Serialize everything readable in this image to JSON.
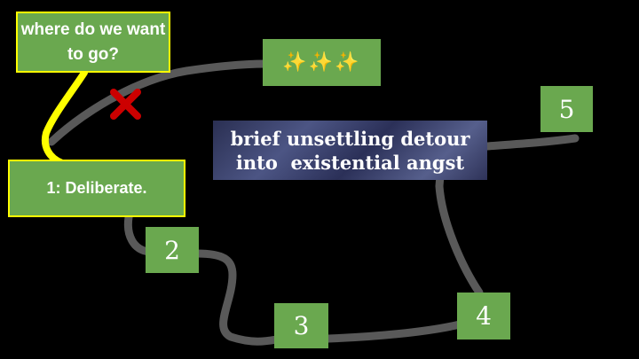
{
  "nodes": {
    "question": "where do we want to go?",
    "step1": "1: Deliberate.",
    "sparkles": "✨✨✨",
    "step2": "2",
    "step3": "3",
    "step4": "4",
    "step5": "5"
  },
  "detour": {
    "line1": "brief unsettling detour",
    "line2": "into  existential angst"
  },
  "icons": {
    "blocked_marker": "x-mark-icon"
  },
  "colors": {
    "background": "#000000",
    "box_fill": "#6aa84f",
    "path": "#595959",
    "highlight_path": "#ffff00",
    "x_mark": "#cc0000"
  }
}
